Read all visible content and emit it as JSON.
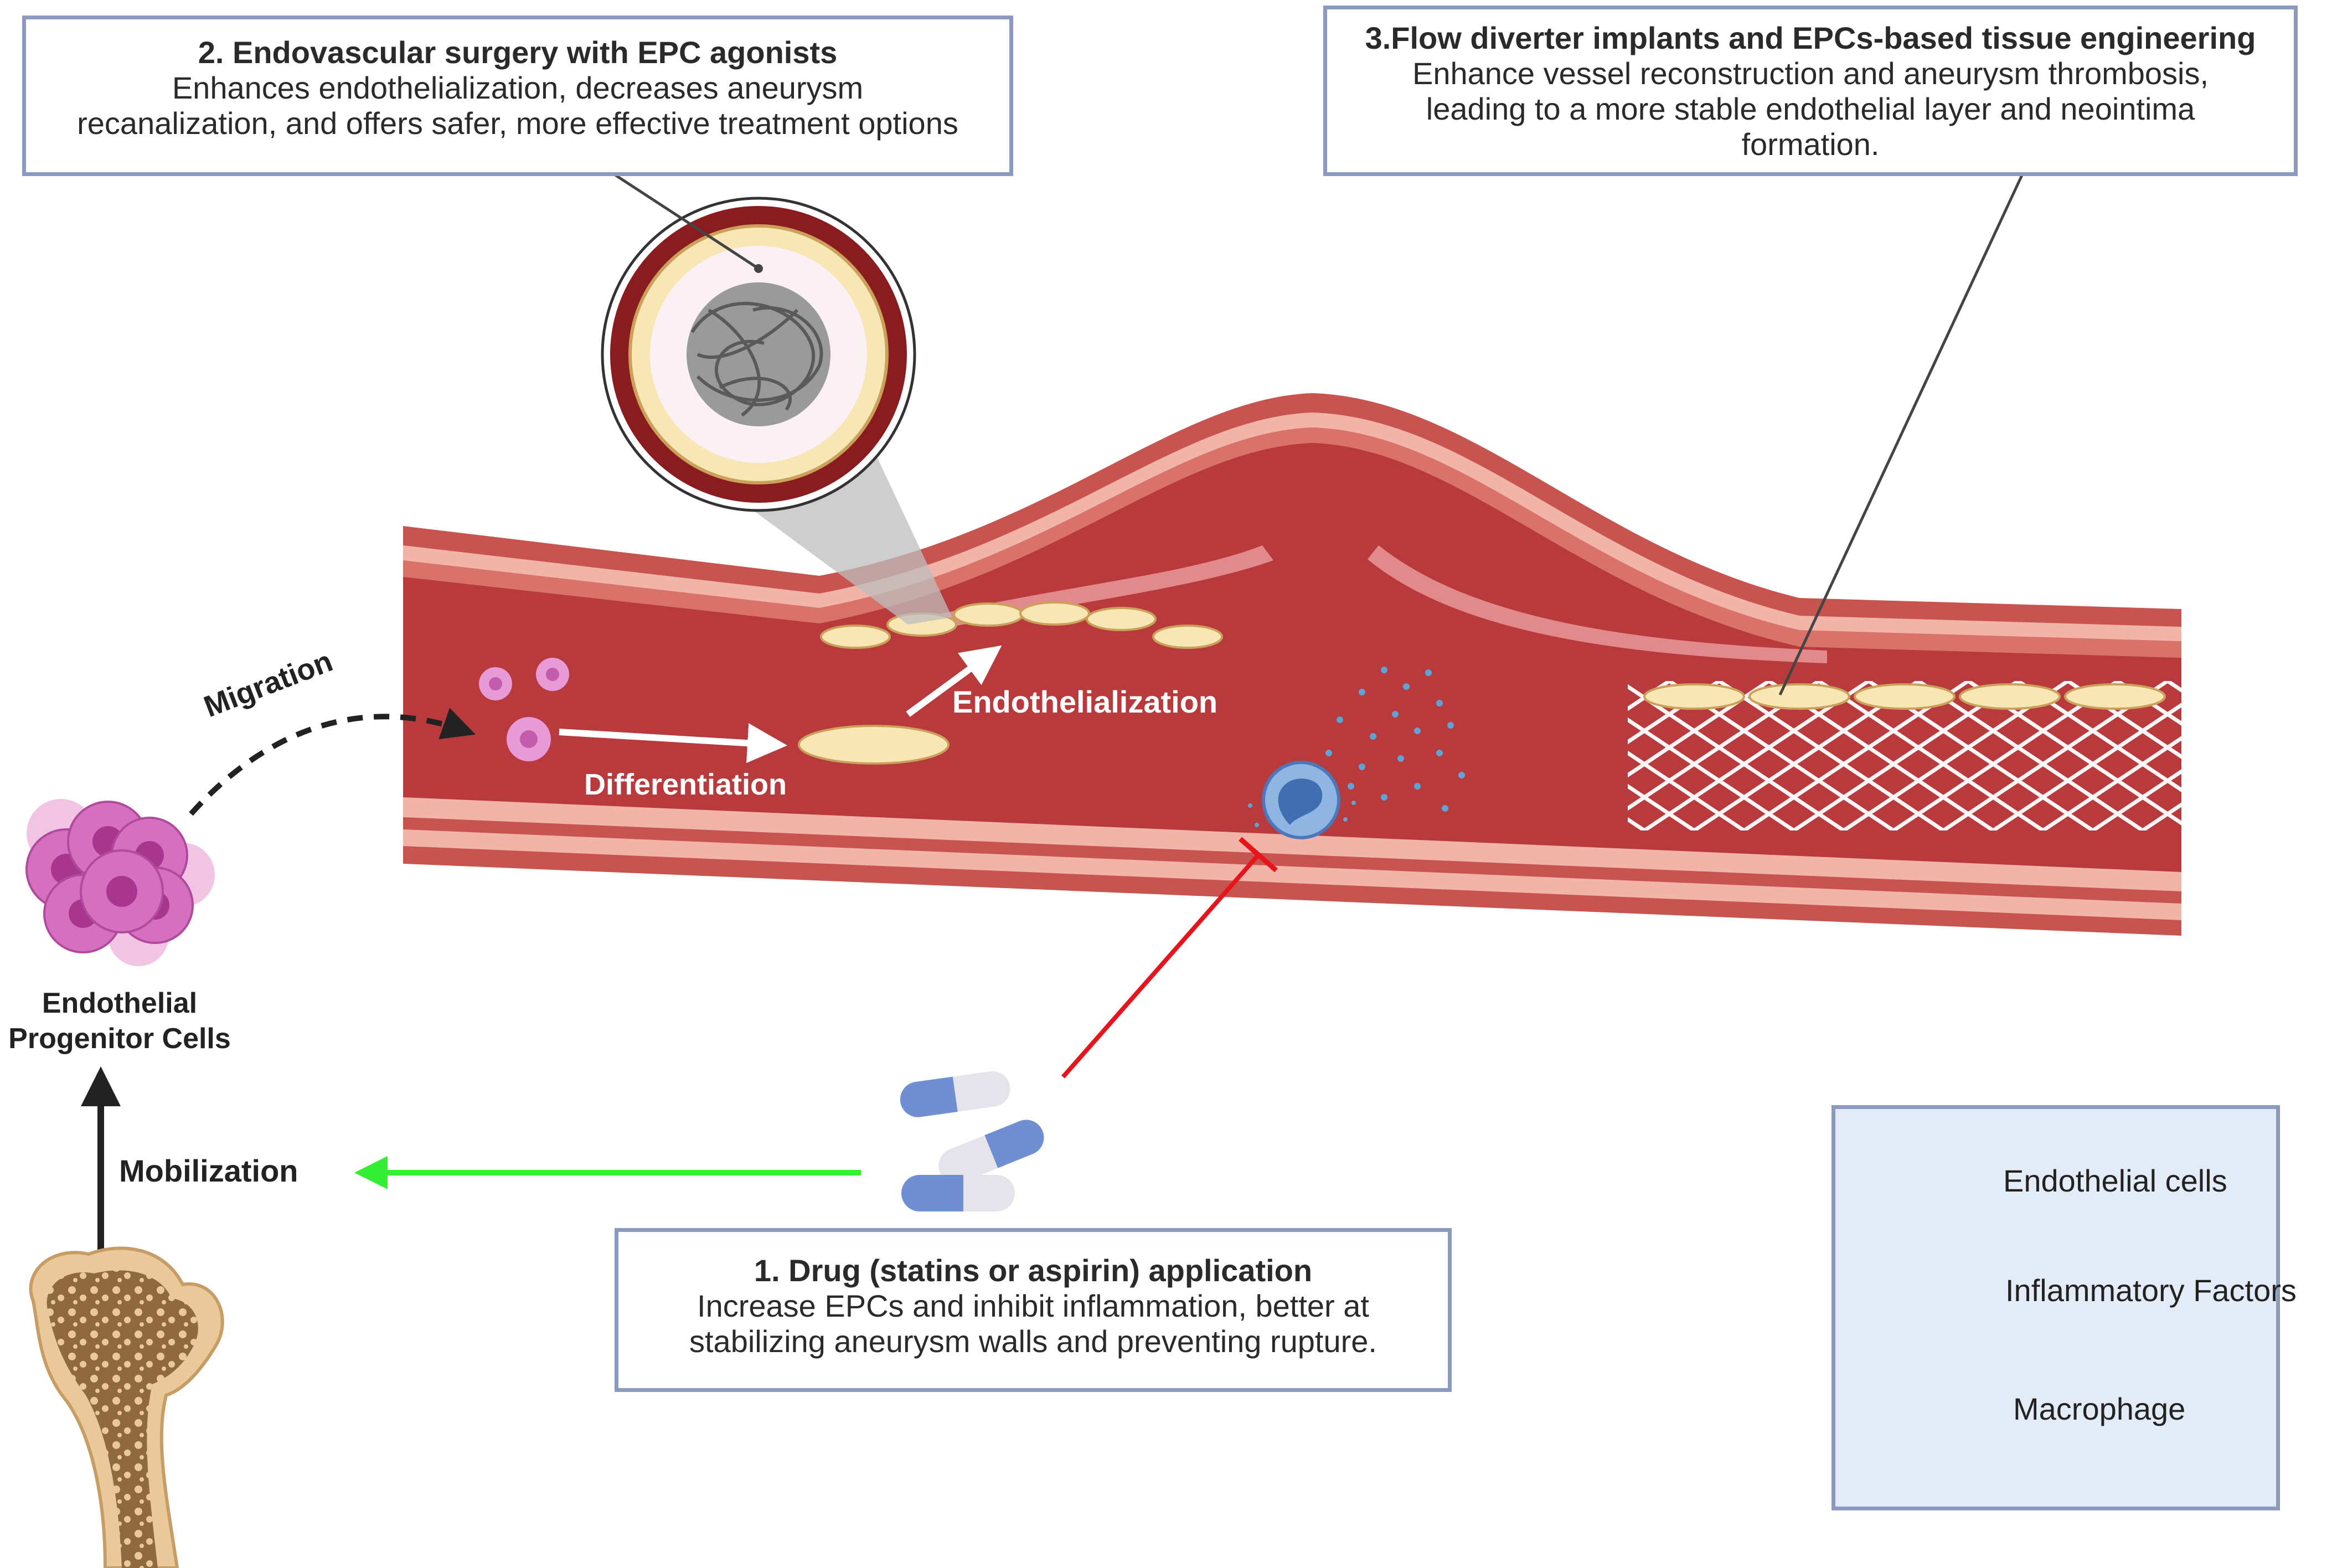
{
  "box_surgery": {
    "title": "2. Endovascular surgery with EPC agonists",
    "line1": "Enhances endothelialization, decreases aneurysm",
    "line2": "recanalization, and offers safer, more effective treatment options"
  },
  "box_flow": {
    "title": "3.Flow diverter implants and EPCs-based tissue engineering",
    "line1": "Enhance vessel reconstruction and aneurysm thrombosis,",
    "line2": "leading to a more stable endothelial layer and neointima",
    "line3": "formation."
  },
  "box_drug": {
    "title": "1.  Drug (statins or aspirin) application",
    "line1": "Increase EPCs and inhibit inflammation, better at",
    "line2": "stabilizing aneurysm walls and preventing rupture."
  },
  "labels": {
    "migration": "Migration",
    "differentiation": "Differentiation",
    "endothelialization": "Endothelialization",
    "epc_line1": "Endothelial",
    "epc_line2": "Progenitor Cells",
    "mobilization": "Mobilization"
  },
  "legend": {
    "items": [
      {
        "label": "Endothelial cells",
        "icon": "endothelial-cell-icon"
      },
      {
        "label": "Inflammatory Factors",
        "icon": "inflammatory-factors-icon"
      },
      {
        "label": "Macrophage",
        "icon": "macrophage-icon"
      }
    ]
  },
  "colors": {
    "vessel_lumen": "#b83a3c",
    "vessel_wall_dark": "#c7544f",
    "vessel_wall_light": "#f2b3a8",
    "endothelial_cell": "#f8e6b4",
    "box_border": "#8a9bbf",
    "inhibit_arrow": "#e8141c",
    "mobilize_arrow": "#33ee33",
    "epc_pink": "#d56fbe",
    "capsule_blue": "#6f8fd2",
    "bone": "#e9c89a"
  }
}
